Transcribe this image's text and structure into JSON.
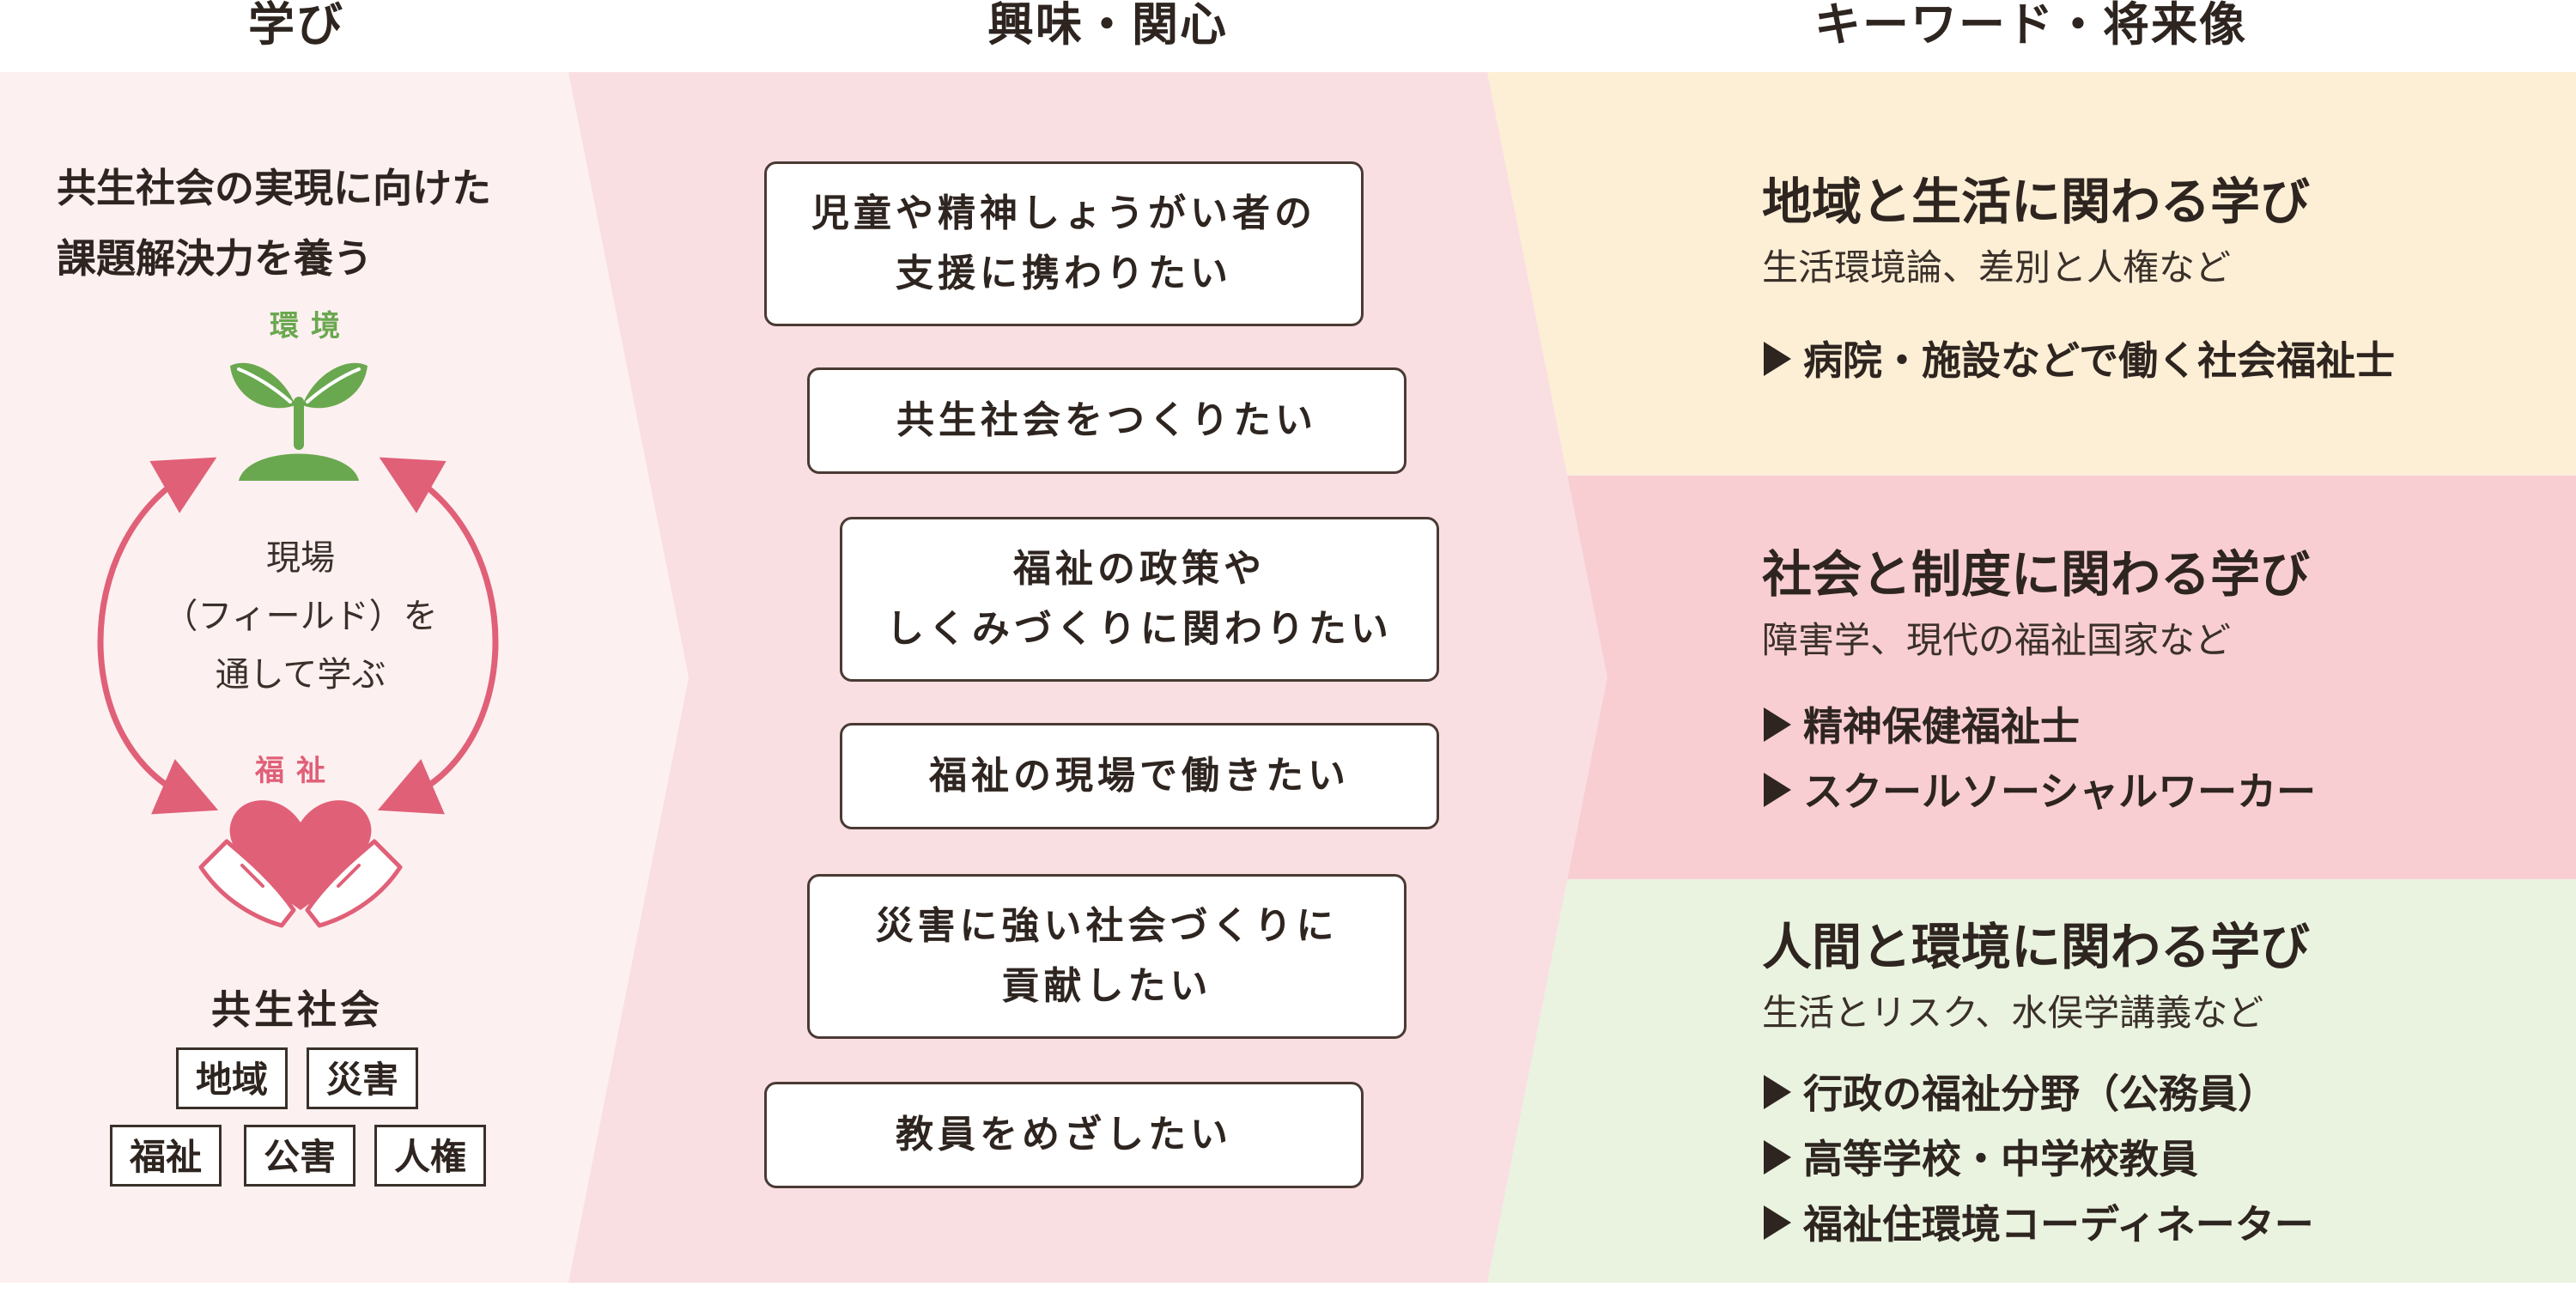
{
  "headers": {
    "manabi": "学び",
    "kyomi": "興味・関心",
    "keyword": "キーワード・将来像"
  },
  "colors": {
    "panel1": "#fdf0f0",
    "panel2": "#f9dfe2",
    "kw1": "#fdefd6",
    "kw2": "#f8ced3",
    "kw3": "#eaf3e0",
    "green": "#6aa84f",
    "pink": "#e06078"
  },
  "left": {
    "lead": [
      "共生社会の実現に向けた",
      "課題解決力を養う"
    ],
    "env_label": "環境",
    "env_icon": "sprout-icon",
    "center_lines": [
      "現場",
      "（フィールド）を",
      "通して学ぶ"
    ],
    "welfare_label": "福祉",
    "welfare_icon": "heart-hands-icon",
    "kyosei_title": "共生社会",
    "tags": [
      "地域",
      "災害",
      "福祉",
      "公害",
      "人権"
    ]
  },
  "interests": [
    [
      "児童や精神しょうがい者の",
      "支援に携わりたい"
    ],
    [
      "共生社会をつくりたい"
    ],
    [
      "福祉の政策や",
      "しくみづくりに関わりたい"
    ],
    [
      "福祉の現場で働きたい"
    ],
    [
      "災害に強い社会づくりに",
      "貢献したい"
    ],
    [
      "教員をめざしたい"
    ]
  ],
  "keywords": [
    {
      "title": "地域と生活に関わる学び",
      "sub": "生活環境論、差別と人権など",
      "items": [
        "病院・施設などで働く社会福祉士"
      ]
    },
    {
      "title": "社会と制度に関わる学び",
      "sub": "障害学、現代の福祉国家など",
      "items": [
        "精神保健福祉士",
        "スクールソーシャルワーカー"
      ]
    },
    {
      "title": "人間と環境に関わる学び",
      "sub": "生活とリスク、水俣学講義など",
      "items": [
        "行政の福祉分野（公務員）",
        "高等学校・中学校教員",
        "福祉住環境コーディネーター"
      ]
    }
  ]
}
